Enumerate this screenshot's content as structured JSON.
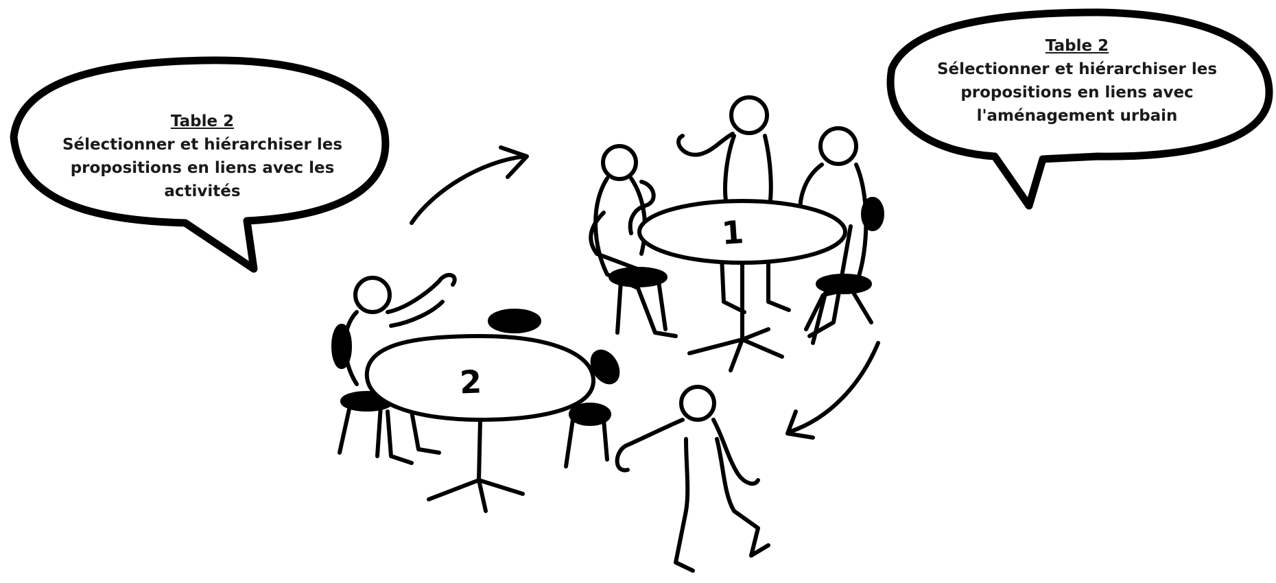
{
  "bubbles": {
    "left": {
      "title": "Table 2",
      "lines": [
        "Sélectionner et hiérarchiser les",
        "propositions en liens avec les",
        "activités"
      ]
    },
    "right": {
      "title": "Table 2",
      "lines": [
        "Sélectionner et hiérarchiser les",
        "propositions en liens avec",
        "l'aménagement urbain"
      ]
    }
  },
  "tables": {
    "one": "1",
    "two": "2"
  },
  "colors": {
    "ink": "#000000",
    "paper": "#ffffff"
  }
}
